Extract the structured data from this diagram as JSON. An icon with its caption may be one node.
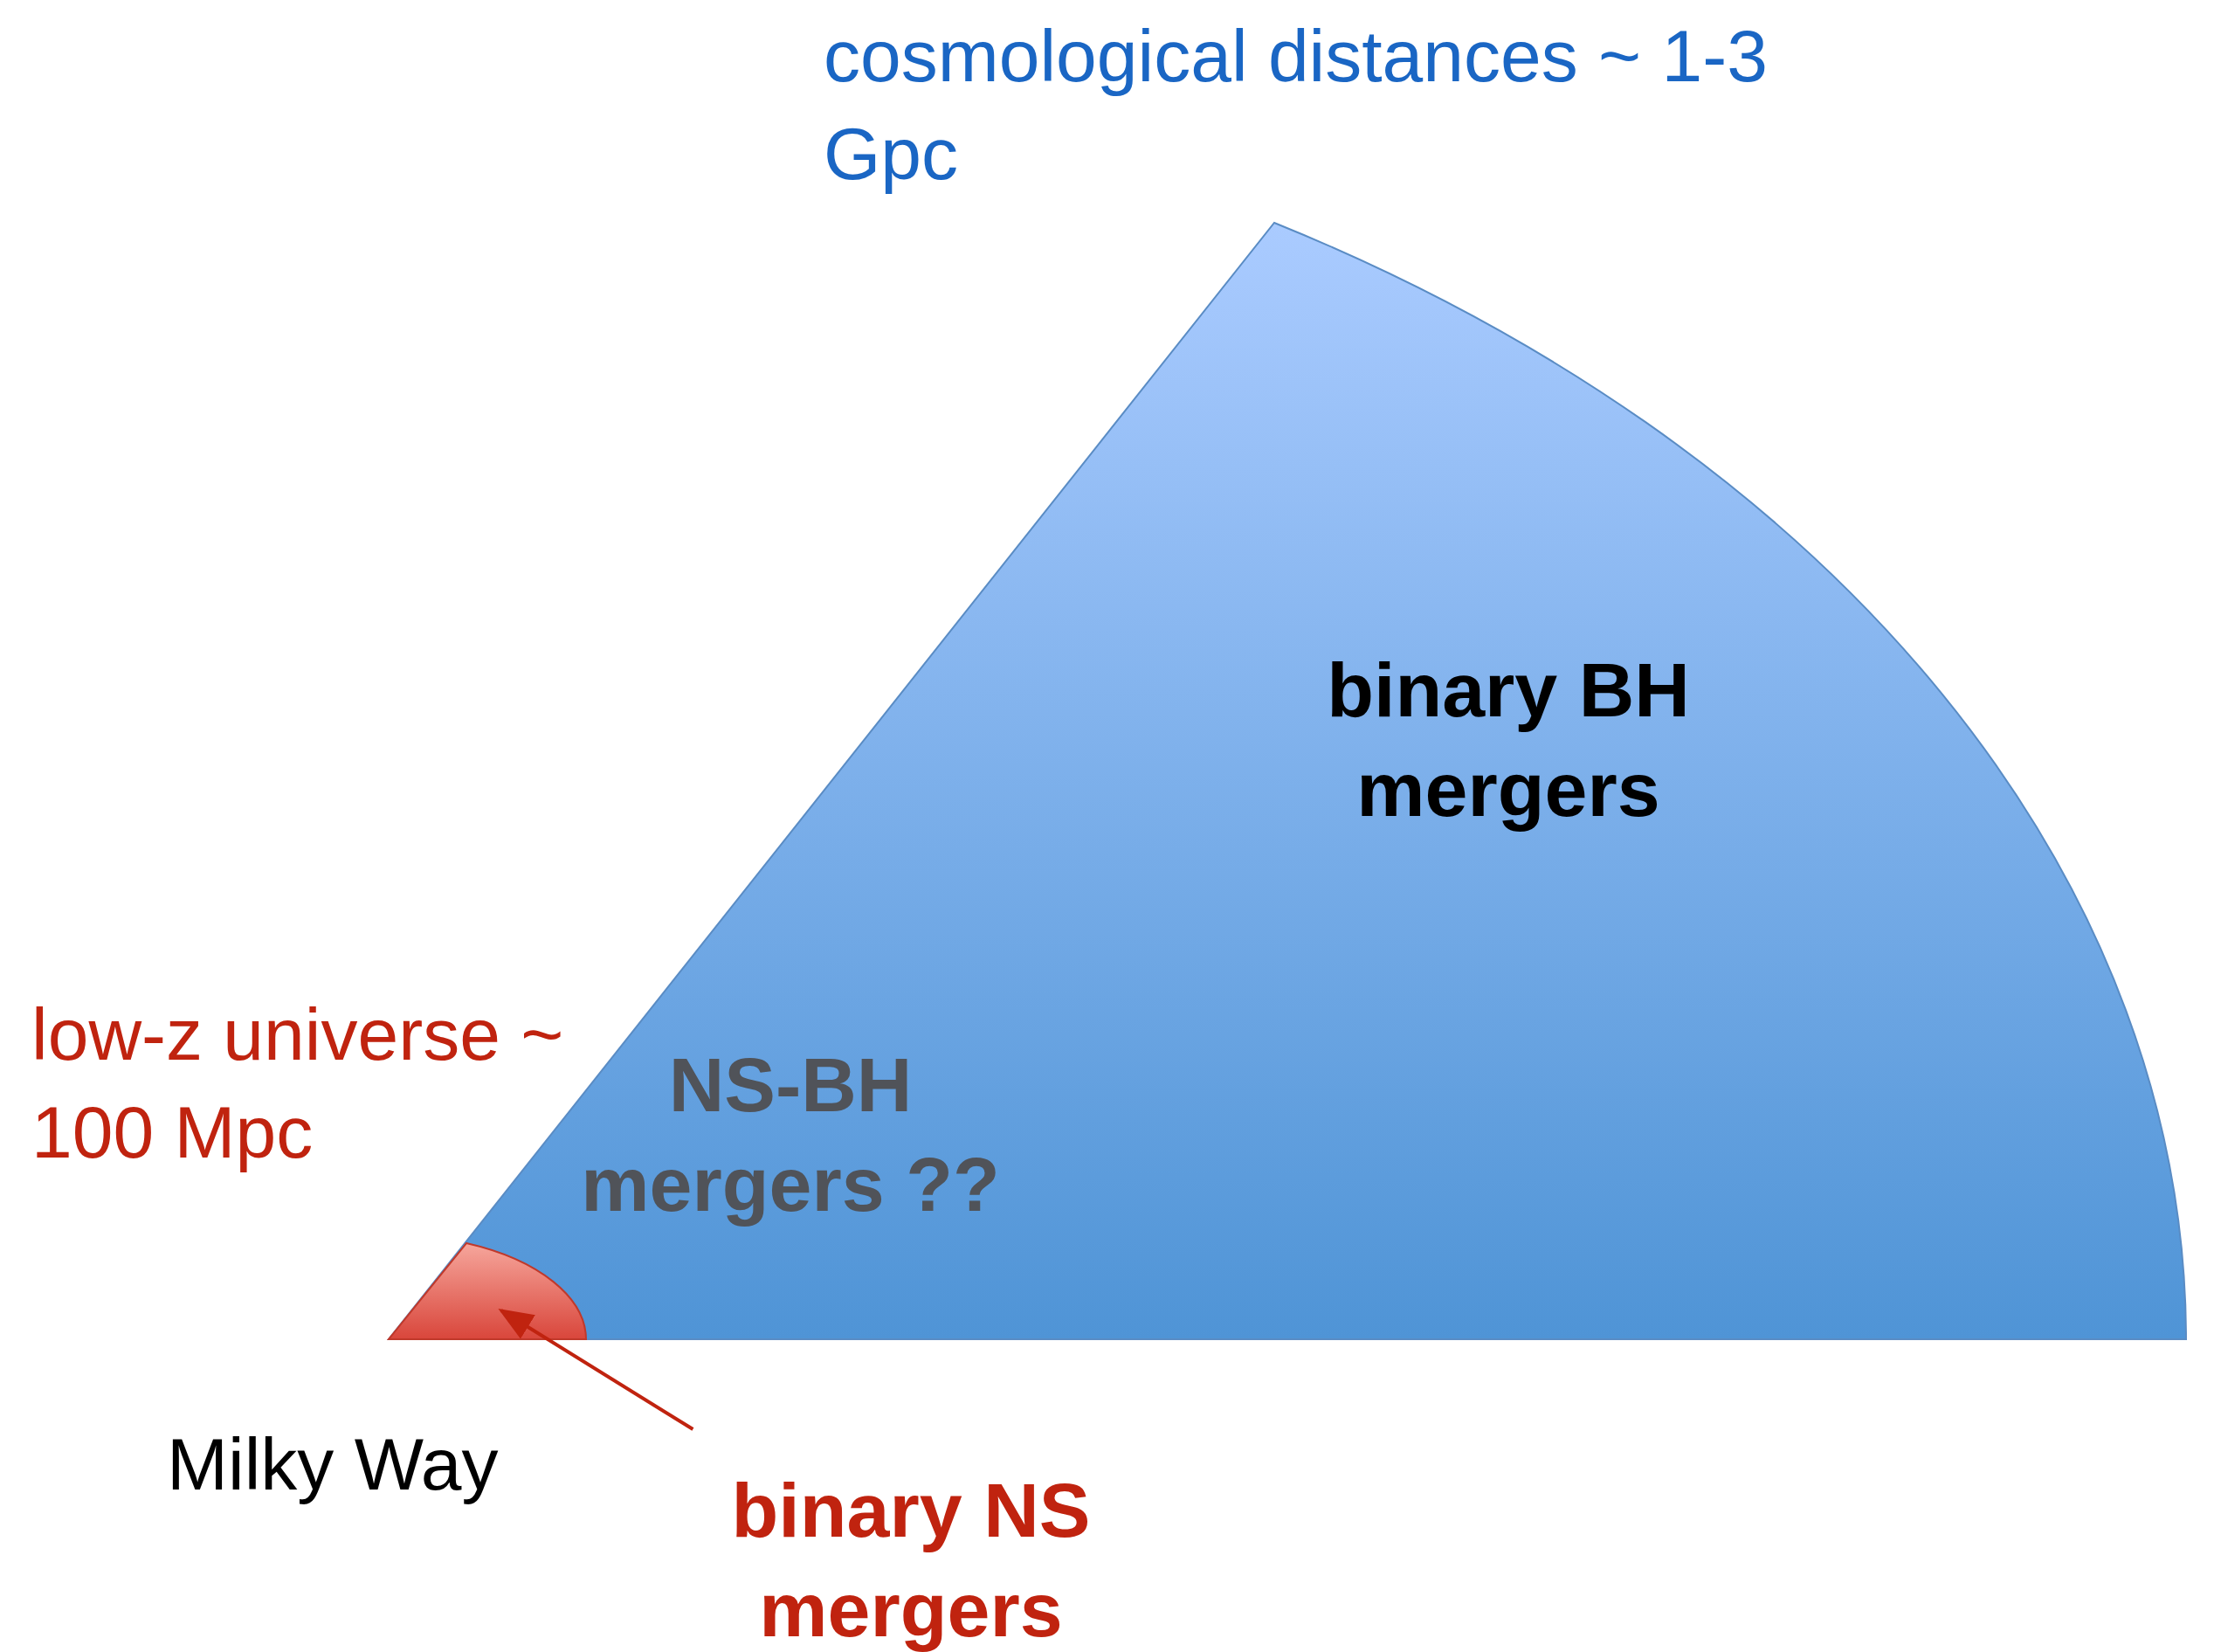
{
  "diagram": {
    "nodes": [
      {
        "text": [
          "binary BH mergers",
          "NS-BH mergers ??"
        ]
      },
      {
        "text": [],
        "shape": "wedge",
        "in": 0
      },
      {
        "text": [
          "binary NS mergers"
        ]
      }
    ],
    "edges": [
      {
        "from": 2,
        "to": 1,
        "arrow": "to"
      }
    ],
    "labels": [
      "cosmological distances ~ 1-3 Gpc",
      "low-z universe ~ 100 Mpc",
      "Milky Way"
    ]
  }
}
